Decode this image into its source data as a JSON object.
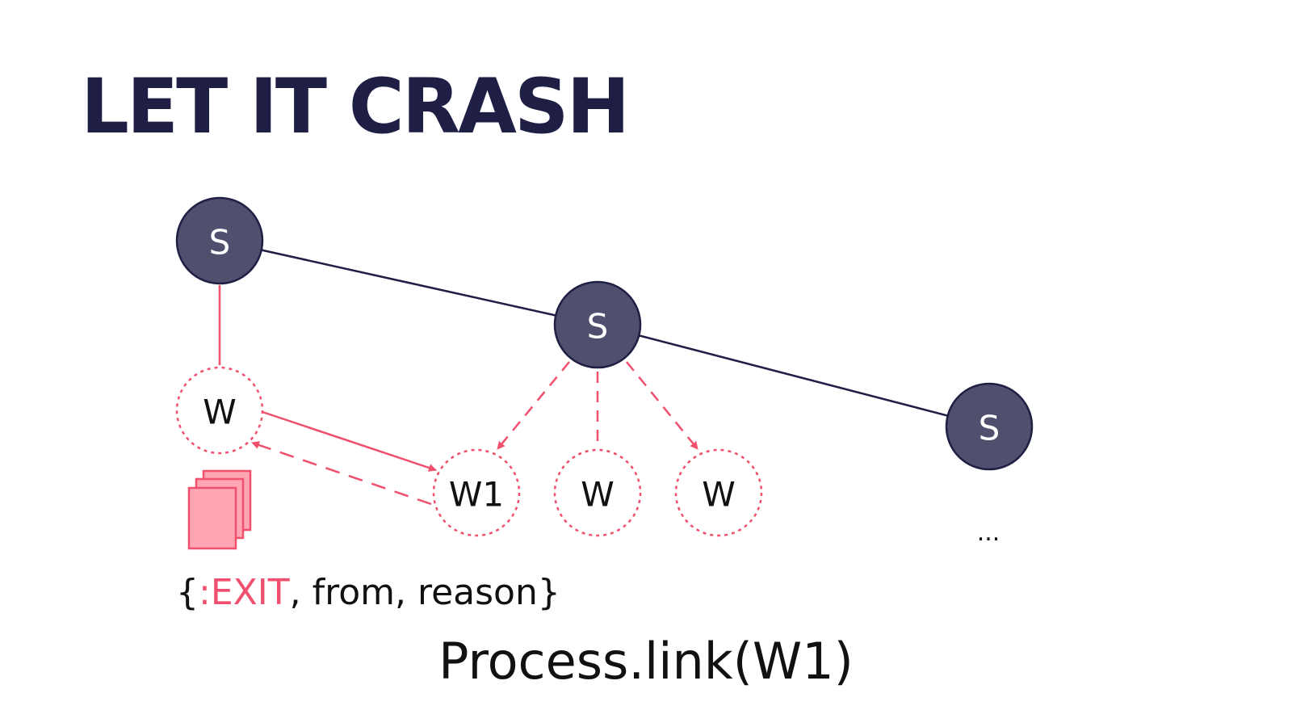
{
  "title": "LET IT CRASH",
  "colors": {
    "supervisor_fill": "#50506e",
    "supervisor_stroke": "#1f1f45",
    "dark_line": "#1f1f45",
    "accent": "#f0506e",
    "doc_fill": "#ffa5b4"
  },
  "nodes": {
    "supervisor_1": "S",
    "supervisor_2": "S",
    "supervisor_3": "S",
    "worker_left": "W",
    "worker_w1": "W1",
    "worker_middle": "W",
    "worker_right": "W"
  },
  "icons": {
    "message_stack": "documents-stack-icon"
  },
  "exit_message": {
    "open": "{",
    "atom": ":EXIT",
    "rest": ", from, reason}"
  },
  "ellipsis": "...",
  "caption": "Process.link(W1)"
}
